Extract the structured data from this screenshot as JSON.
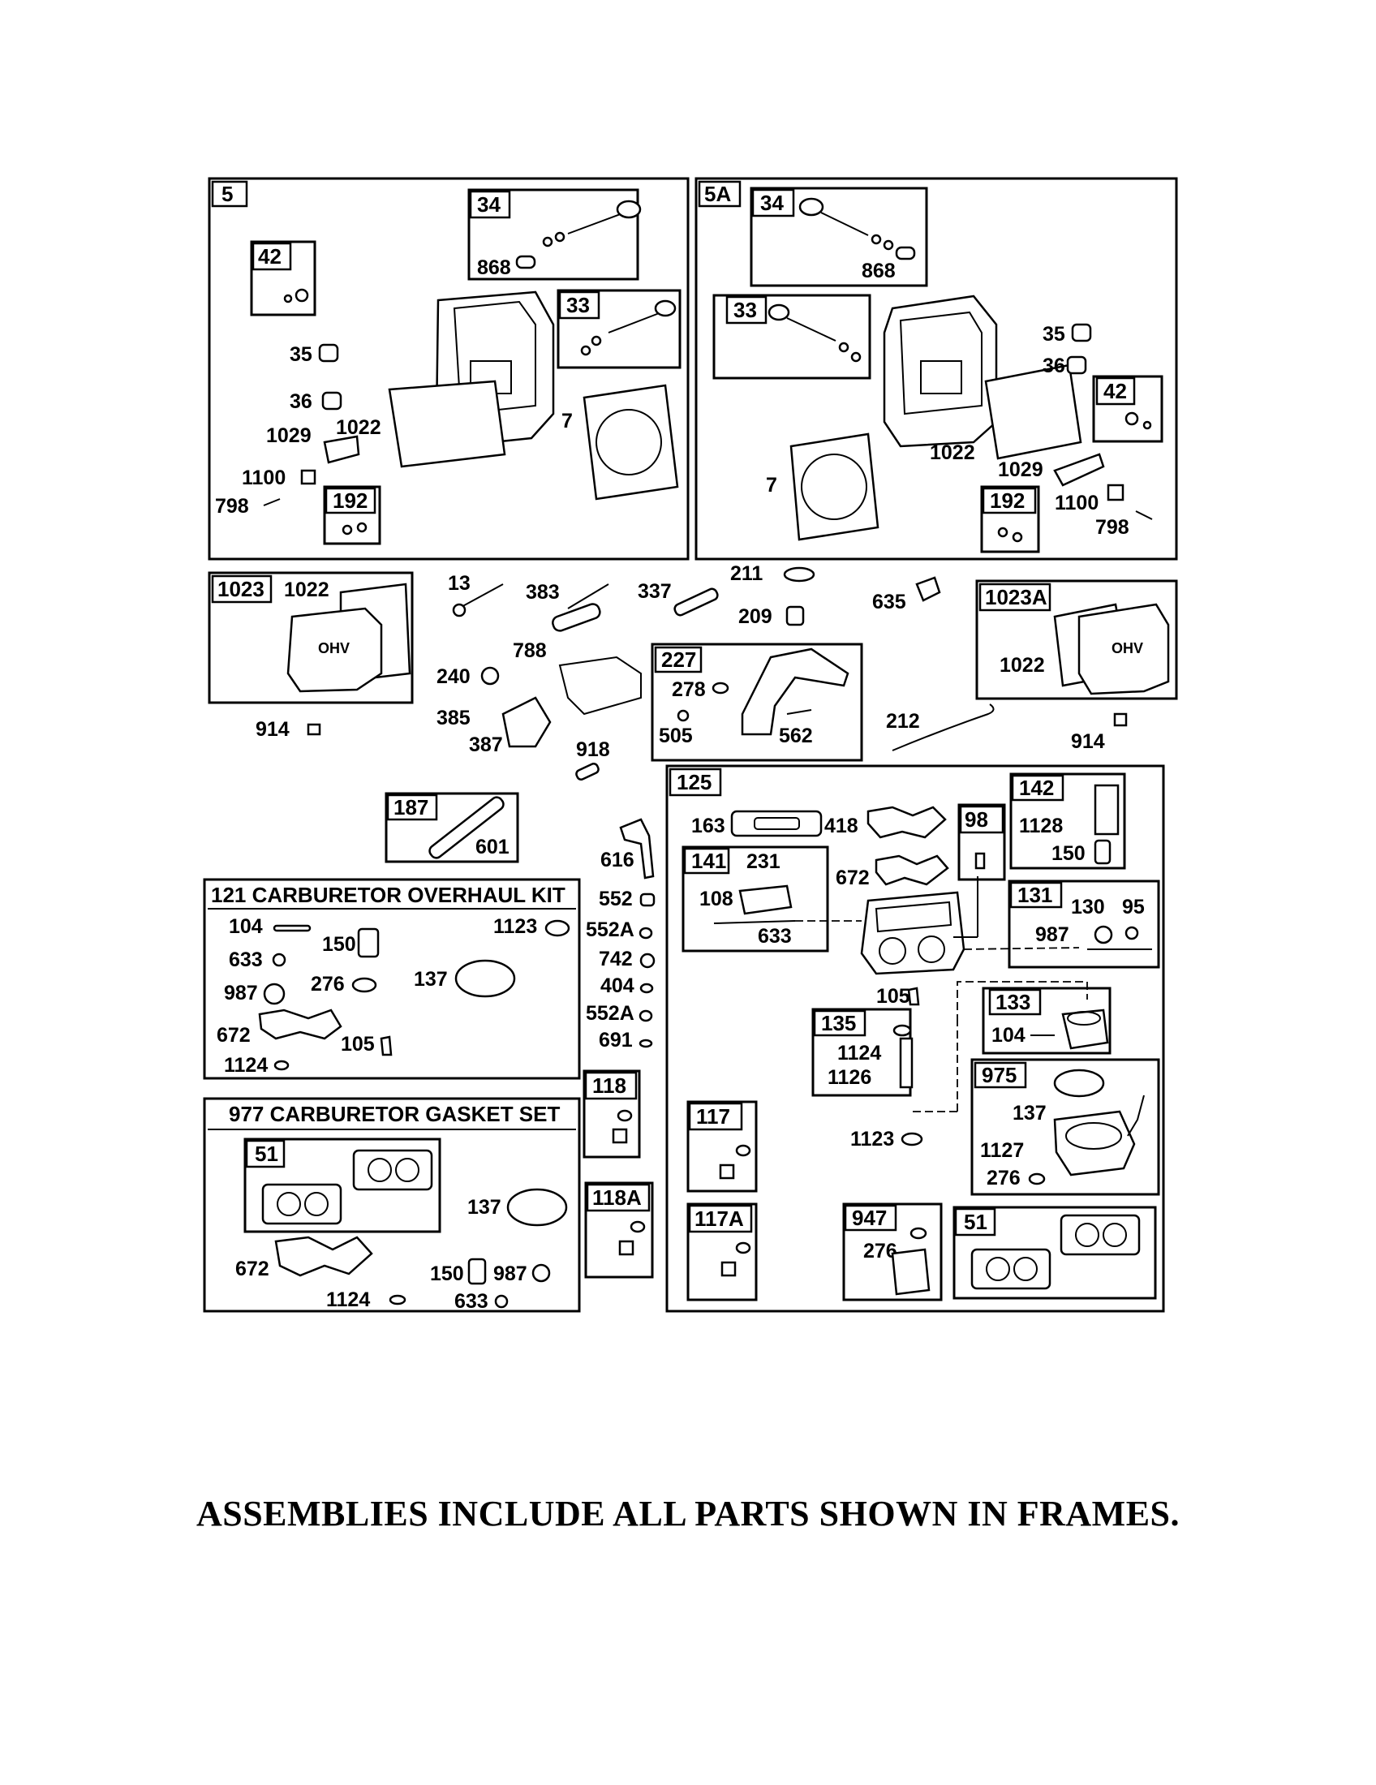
{
  "footer_note": "ASSEMBLIES INCLUDE ALL PARTS SHOWN IN FRAMES.",
  "kits": {
    "carb_overhaul": "121 CARBURETOR OVERHAUL KIT",
    "carb_gasket": "977 CARBURETOR GASKET SET"
  },
  "frame_tags": {
    "f5": "5",
    "f5a": "5A",
    "f34a": "34",
    "f34b": "34",
    "f33a": "33",
    "f33b": "33",
    "f42a": "42",
    "f42b": "42",
    "f192a": "192",
    "f192b": "192",
    "f1023": "1023",
    "f1023a": "1023A",
    "f227": "227",
    "f187": "187",
    "f125": "125",
    "f142": "142",
    "f98": "98",
    "f141": "141",
    "f131": "131",
    "f133": "133",
    "f135": "135",
    "f975": "975",
    "f118": "118",
    "f118a": "118A",
    "f117": "117",
    "f117a": "117A",
    "f947": "947",
    "f51a": "51",
    "f51b": "51"
  },
  "labels": {
    "p868a": "868",
    "p35a": "35",
    "p36a": "36",
    "p1029a": "1029",
    "p1022a": "1022",
    "p7a": "7",
    "p1100a": "1100",
    "p798a": "798",
    "p868b": "868",
    "p35b": "35",
    "p36b": "36",
    "p7b": "7",
    "p1022b": "1022",
    "p1029b": "1029",
    "p1100b": "1100",
    "p798b": "798",
    "p1022c": "1022",
    "p914a": "914",
    "p13": "13",
    "p383": "383",
    "p337": "337",
    "p211": "211",
    "p209": "209",
    "p635": "635",
    "p788": "788",
    "p240": "240",
    "p385": "385",
    "p387": "387",
    "p918": "918",
    "p278": "278",
    "p505": "505",
    "p562": "562",
    "p212": "212",
    "p1022d": "1022",
    "p914b": "914",
    "p601": "601",
    "p616": "616",
    "p552": "552",
    "p552a1": "552A",
    "p742": "742",
    "p404": "404",
    "p552a2": "552A",
    "p691": "691",
    "k104": "104",
    "k150": "150",
    "k1123": "1123",
    "k633": "633",
    "k137": "137",
    "k987": "987",
    "k276": "276",
    "k672": "672",
    "k105": "105",
    "k1124": "1124",
    "g137": "137",
    "g672": "672",
    "g150": "150",
    "g987": "987",
    "g1124": "1124",
    "g633": "633",
    "c163": "163",
    "c418": "418",
    "c231": "231",
    "c672": "672",
    "c108": "108",
    "c633": "633",
    "c1128": "1128",
    "c150": "150",
    "c130": "130",
    "c95": "95",
    "c987": "987",
    "c105": "105",
    "c104": "104",
    "c1124": "1124",
    "c1126": "1126",
    "c137": "137",
    "c1123": "1123",
    "c1127": "1127",
    "c276a": "276",
    "c276b": "276"
  }
}
